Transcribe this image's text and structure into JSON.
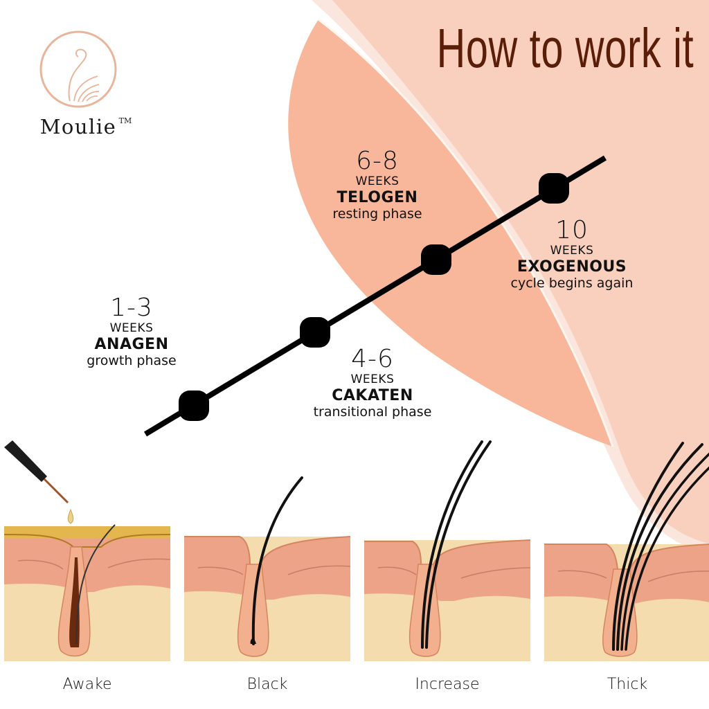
{
  "brand": {
    "name": "Moulie",
    "trademark": "TM",
    "logo_icon": "swan-circle-icon",
    "logo_color": "#e8b59a"
  },
  "header": {
    "title": "How to work it",
    "title_color": "#5a1d08"
  },
  "background": {
    "shape_dark": "#f8b79a",
    "shape_light": "#f9cfbd",
    "shape_pale": "#fbe6dd"
  },
  "timeline": {
    "line_color": "#000000",
    "points": 4,
    "phases": [
      {
        "range": "1-3",
        "unit": "WEEKS",
        "name": "ANAGEN",
        "description": "growth phase"
      },
      {
        "range": "4-6",
        "unit": "WEEKS",
        "name": "CAKATEN",
        "description": "transitional phase"
      },
      {
        "range": "6-8",
        "unit": "WEEKS",
        "name": "TELOGEN",
        "description": "resting phase"
      },
      {
        "range": "10",
        "unit": "WEEKS",
        "name": "EXOGENOUS",
        "description": "cycle begins again"
      }
    ]
  },
  "panels": [
    {
      "label": "Awake",
      "icon": "serum-dropper-follicle-icon",
      "hairs": 1
    },
    {
      "label": "Black",
      "icon": "single-lash-follicle-icon",
      "hairs": 1
    },
    {
      "label": "Increase",
      "icon": "double-lash-follicle-icon",
      "hairs": 2
    },
    {
      "label": "Thick",
      "icon": "multi-lash-follicle-icon",
      "hairs": 4
    }
  ]
}
